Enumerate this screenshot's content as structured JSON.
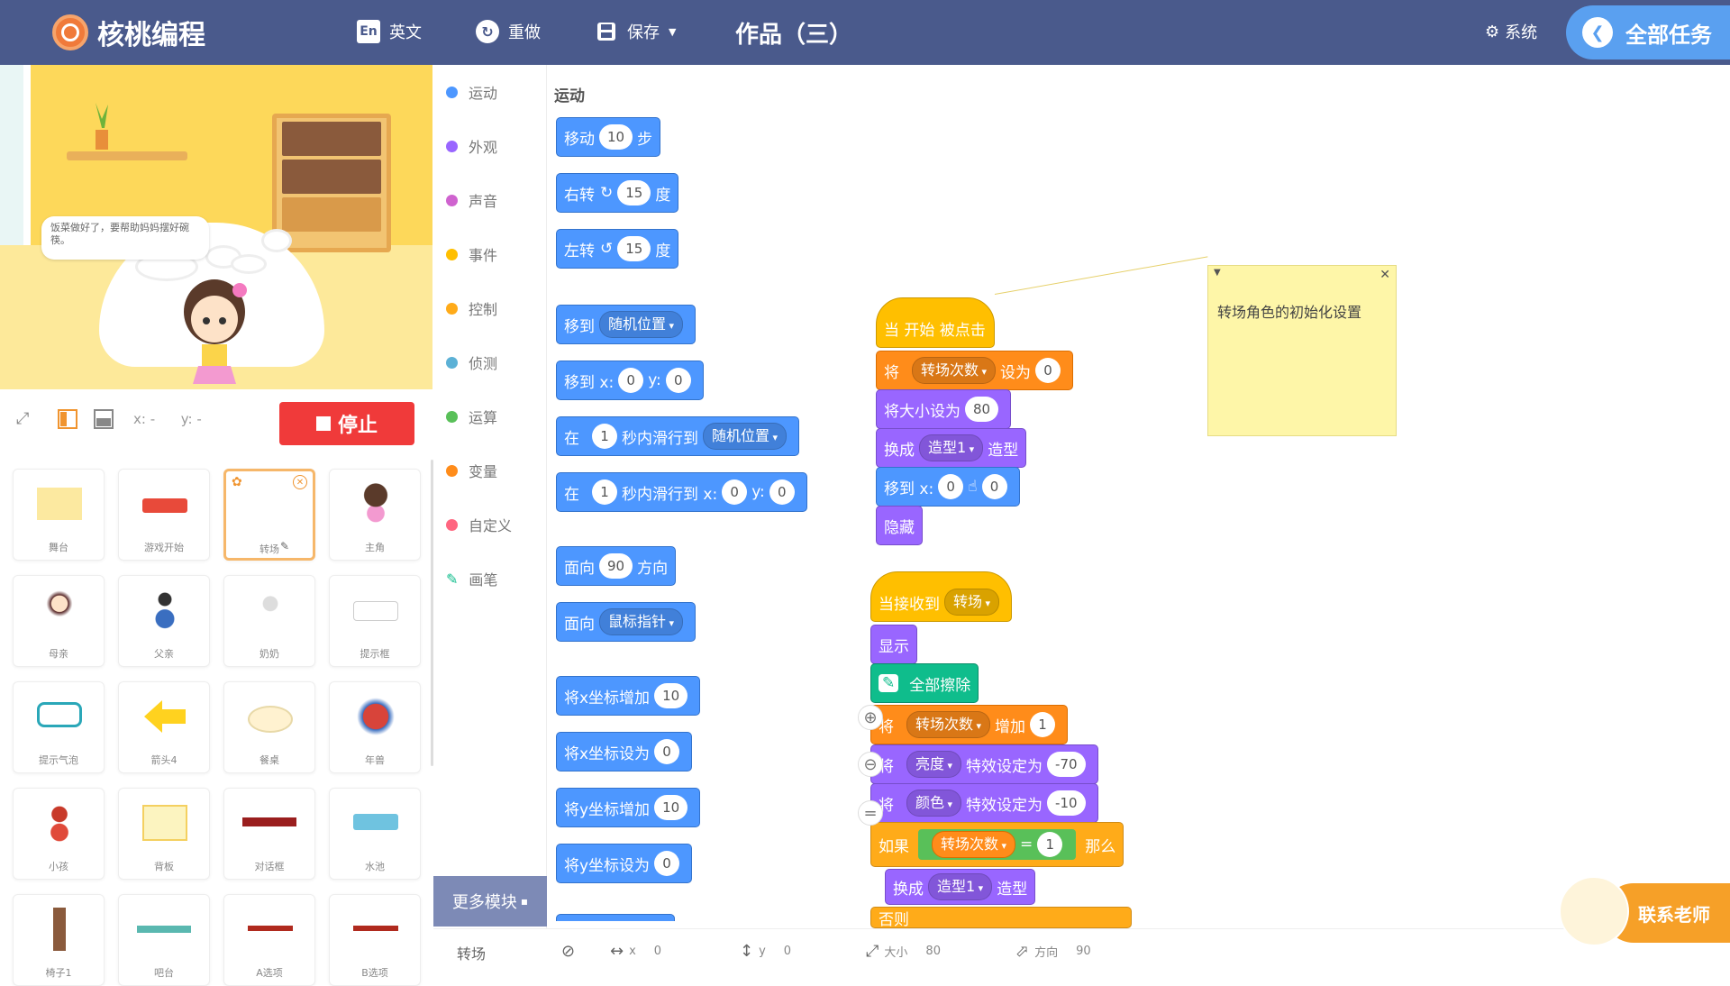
{
  "app": {
    "brand": "核桃编程",
    "project_title": "作品（三）"
  },
  "toolbar": {
    "english_icon": "En",
    "english_label": "英文",
    "reset_label": "重做",
    "save_label": "保存",
    "system_label": "系统",
    "all_tasks_label": "全部任务"
  },
  "stage": {
    "speech": "饭菜做好了，要帮助妈妈摆好碗筷。",
    "x_label": "x: -",
    "y_label": "y: -",
    "stop_label": "停止"
  },
  "sprites": [
    {
      "name": "舞台"
    },
    {
      "name": "游戏开始"
    },
    {
      "name": "转场"
    },
    {
      "name": "主角"
    },
    {
      "name": "母亲"
    },
    {
      "name": "父亲"
    },
    {
      "name": "奶奶"
    },
    {
      "name": "提示框"
    },
    {
      "name": "提示气泡"
    },
    {
      "name": "箭头4"
    },
    {
      "name": "餐桌"
    },
    {
      "name": "年兽"
    },
    {
      "name": "小孩"
    },
    {
      "name": "背板"
    },
    {
      "name": "对话框"
    },
    {
      "name": "水池"
    },
    {
      "name": "椅子1"
    },
    {
      "name": "吧台"
    },
    {
      "name": "A选项"
    },
    {
      "name": "B选项"
    }
  ],
  "categories": [
    {
      "label": "运动",
      "color": "#4d97ff"
    },
    {
      "label": "外观",
      "color": "#9966ff"
    },
    {
      "label": "声音",
      "color": "#cf63cf"
    },
    {
      "label": "事件",
      "color": "#ffbf00"
    },
    {
      "label": "控制",
      "color": "#ffab19"
    },
    {
      "label": "侦测",
      "color": "#5cb1d6"
    },
    {
      "label": "运算",
      "color": "#59c059"
    },
    {
      "label": "变量",
      "color": "#ff8c1a"
    },
    {
      "label": "自定义",
      "color": "#ff6680"
    },
    {
      "label": "画笔",
      "color": "#0fbd8c"
    }
  ],
  "more_modules": "更多模块",
  "palette": {
    "title": "运动",
    "move": {
      "a": "移动",
      "v": "10",
      "b": "步"
    },
    "turn_right": {
      "a": "右转",
      "v": "15",
      "b": "度"
    },
    "turn_left": {
      "a": "左转",
      "v": "15",
      "b": "度"
    },
    "goto": {
      "a": "移到",
      "dd": "随机位置"
    },
    "goto_xy": {
      "a": "移到 x:",
      "x": "0",
      "b": "y:",
      "y": "0"
    },
    "glide": {
      "a": "在",
      "v": "1",
      "b": "秒内滑行到",
      "dd": "随机位置"
    },
    "glide_xy": {
      "a": "在",
      "v": "1",
      "b": "秒内滑行到 x:",
      "x": "0",
      "c": "y:",
      "y": "0"
    },
    "point_dir": {
      "a": "面向",
      "v": "90",
      "b": "方向"
    },
    "point_towards": {
      "a": "面向",
      "dd": "鼠标指针"
    },
    "change_x": {
      "a": "将x坐标增加",
      "v": "10"
    },
    "set_x": {
      "a": "将x坐标设为",
      "v": "0"
    },
    "change_y": {
      "a": "将y坐标增加",
      "v": "10"
    },
    "set_y": {
      "a": "将y坐标设为",
      "v": "0"
    }
  },
  "script1": {
    "hat": "当 开始 被点击",
    "set_var": {
      "a": "将",
      "dd": "转场次数",
      "b": "设为",
      "v": "0"
    },
    "set_size": {
      "a": "将大小设为",
      "v": "80"
    },
    "switch_costume": {
      "a": "换成",
      "dd": "造型1",
      "b": "造型"
    },
    "goto_xy": {
      "a": "移到 x:",
      "x": "0",
      "y": "0"
    },
    "hide": "隐藏"
  },
  "script2": {
    "hat": {
      "a": "当接收到",
      "dd": "转场"
    },
    "show": "显示",
    "clear": "全部擦除",
    "change_var": {
      "a": "将",
      "dd": "转场次数",
      "b": "增加",
      "v": "1"
    },
    "effect1": {
      "a": "将",
      "dd": "亮度",
      "b": "特效设定为",
      "v": "-70"
    },
    "effect2": {
      "a": "将",
      "dd": "颜色",
      "b": "特效设定为",
      "v": "-10"
    },
    "if": {
      "a": "如果",
      "var": "转场次数",
      "eq": "=",
      "v": "1",
      "b": "那么"
    },
    "switch_costume": {
      "a": "换成",
      "dd": "造型1",
      "b": "造型"
    },
    "else": "否则"
  },
  "note": {
    "text": "转场角色的初始化设置"
  },
  "status": {
    "sprite_name": "转场",
    "x_label": "x",
    "x_value": "0",
    "y_label": "y",
    "y_value": "0",
    "size_label": "大小",
    "size_value": "80",
    "dir_label": "方向",
    "dir_value": "90"
  },
  "contact_label": "联系老师"
}
